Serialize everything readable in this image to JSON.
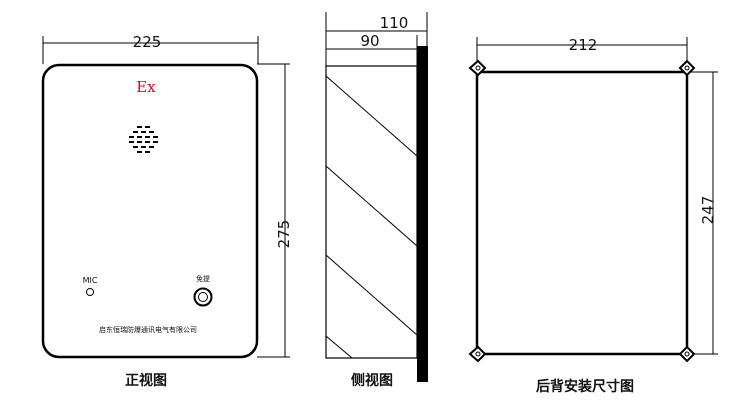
{
  "front_view": {
    "width_dim": "225",
    "height_dim": "275",
    "ex_mark": "Ex",
    "mic_label": "MIC",
    "button_label": "免提",
    "company_name": "启东恒瑞防爆通讯电气有限公司",
    "caption": "正视图"
  },
  "side_view": {
    "depth_total_dim": "110",
    "depth_body_dim": "90",
    "caption": "侧视图"
  },
  "back_view": {
    "width_dim": "212",
    "height_dim": "247",
    "caption": "后背安装尺寸图"
  }
}
